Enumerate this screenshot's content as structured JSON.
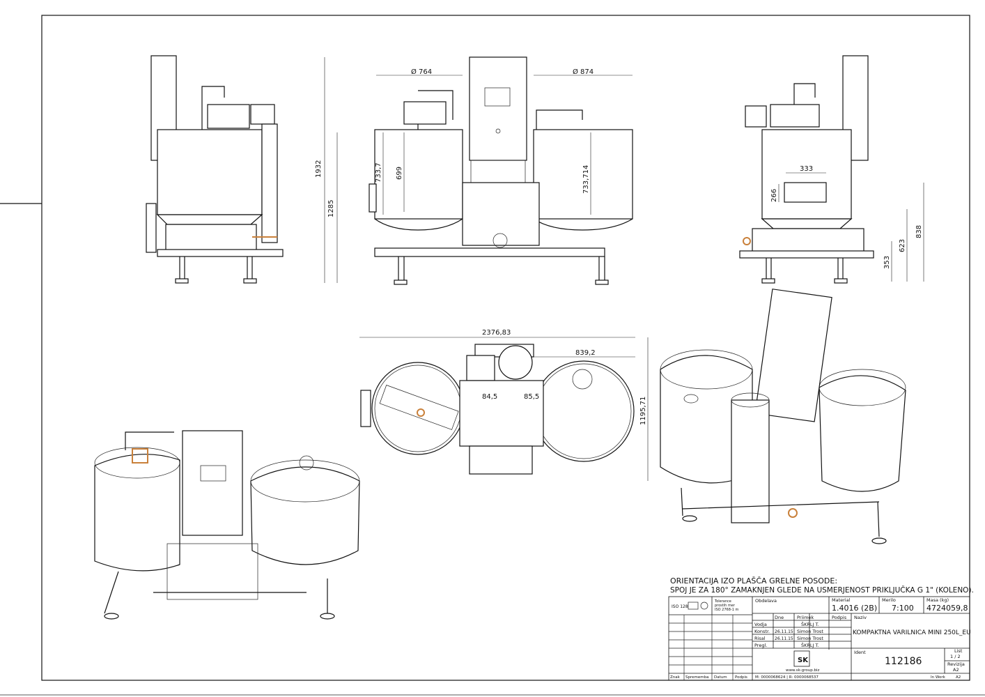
{
  "dimensions": {
    "side_left": [],
    "front": {
      "d764": "Ø 764",
      "d874": "Ø 874",
      "h1932": "1932",
      "h1285": "1285",
      "v733_7": "733,7",
      "v699": "699",
      "v733_714": "733,714"
    },
    "side_right": {
      "w333": "333",
      "h266": "266",
      "h838": "838",
      "h623": "623",
      "h353": "353"
    },
    "top": {
      "w2376": "2376,83",
      "w839": "839,2",
      "h1195": "1195,71",
      "g84": "84,5",
      "g85": "85,5"
    }
  },
  "note": {
    "line1": "ORIENTACIJA IZO PLAŠČA GRELNE POSODE:",
    "line2": "SPOJ JE ZA 180° ZAMAKNJEN GLEDE NA USMERJENOST PRIKLJUČKA G 1\" (KOLENO)."
  },
  "title_block": {
    "iso": "ISO 128",
    "tolerance": [
      "Tolerance",
      "prostih mer",
      "ISO 2768-1 m"
    ],
    "obdelava": "Obdelava",
    "material_label": "Material",
    "material": "1.4016 (2B)",
    "merilo_label": "Merilo",
    "merilo": "7:100",
    "masa_label": "Masa (kg)",
    "masa": "4724059,8",
    "dne": "Dne",
    "priimek": "Priimek",
    "podpis": "Podpis",
    "naziv_label": "Naziv",
    "naziv": "KOMPAKTNA VARILNICA MINI 250L_EU",
    "rows": [
      {
        "role": "Vodja",
        "date": "",
        "name": "ŠKRLJ T."
      },
      {
        "role": "Konstr.",
        "date": "26.11.15",
        "name": "Simon Trost"
      },
      {
        "role": "Risal",
        "date": "26.11.15",
        "name": "Simon Trost"
      },
      {
        "role": "Pregl.",
        "date": "",
        "name": "ŠKRLJ T."
      }
    ],
    "website": "www.sk-group.biz",
    "ident_label": "Ident",
    "ident": "112186",
    "list_label": "List",
    "list": "1 / 2",
    "revizija_label": "Revizija",
    "revizija": "A2",
    "status": "In Work",
    "status_rev": "A2",
    "footer": [
      "Znak",
      "Sprememba",
      "Datum",
      "Podpis"
    ],
    "mr": "M: 0000068624 | R: 0000068537"
  }
}
